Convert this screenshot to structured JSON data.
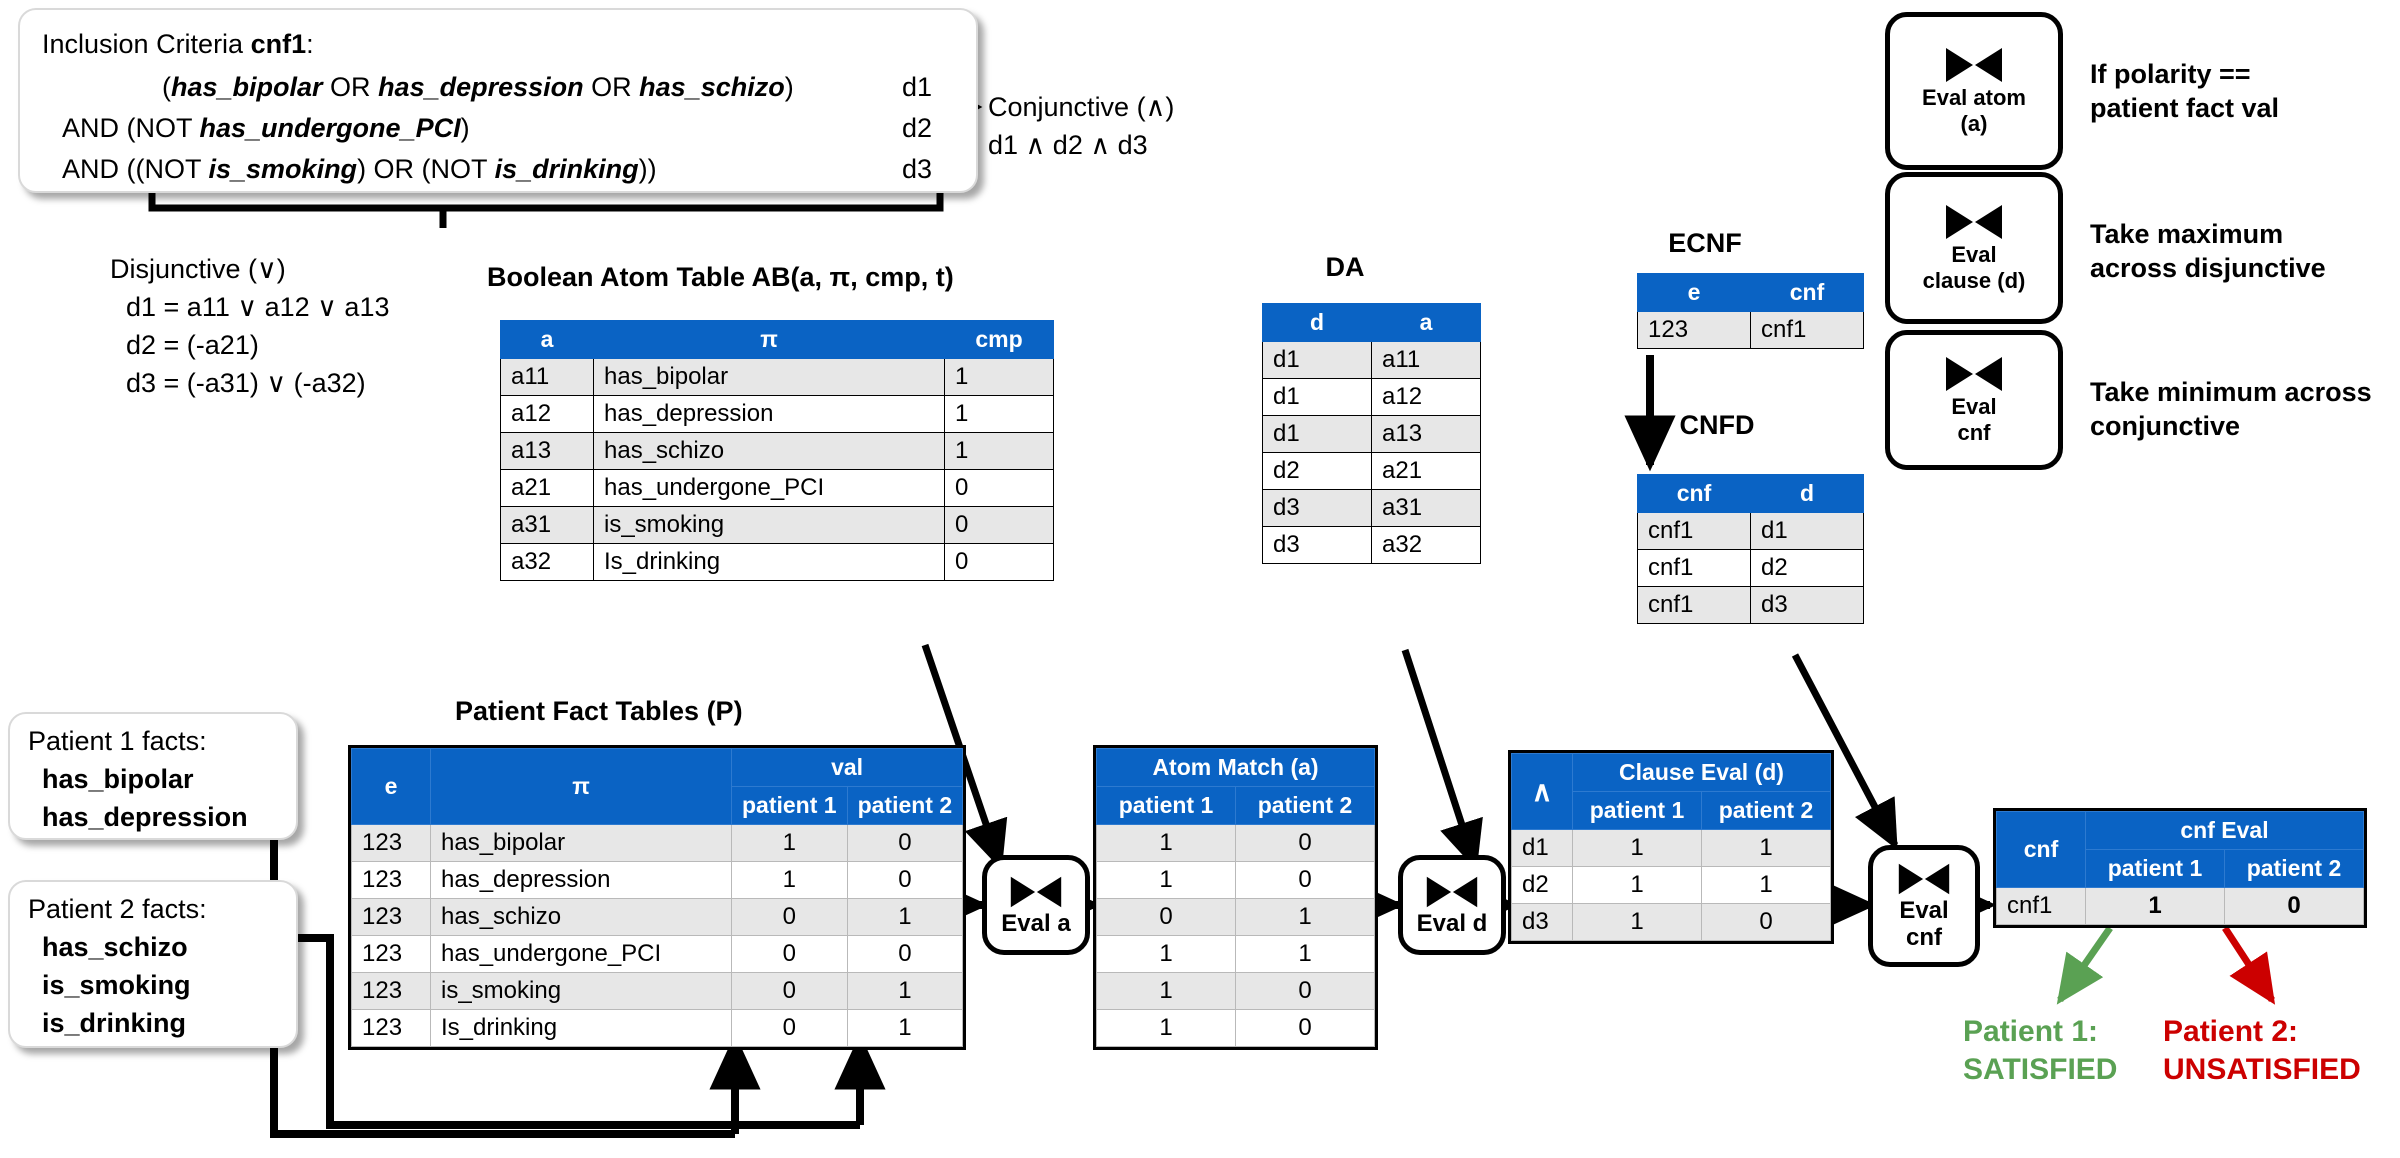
{
  "criteria": {
    "title_prefix": "Inclusion Criteria ",
    "title_name": "cnf1",
    "title_colon": ":",
    "lines": [
      {
        "text": "(has_bipolar OR has_depression OR has_schizo)",
        "tag": "d1"
      },
      {
        "text": "AND (NOT has_undergone_PCI)",
        "tag": "d2"
      },
      {
        "text": "AND ((NOT is_smoking) OR (NOT is_drinking))",
        "tag": "d3"
      }
    ]
  },
  "conjunctive_note": {
    "line1": "Conjunctive (∧)",
    "line2": "d1 ∧ d2 ∧ d3"
  },
  "disjunctive_note": {
    "line1": "Disjunctive (∨)",
    "line2": "d1 = a11 ∨ a12 ∨ a13",
    "line3": "d2 = (-a21)",
    "line4": "d3 = (-a31) ∨ (-a32)"
  },
  "legend": {
    "items": [
      {
        "label_line1": "Eval atom",
        "label_line2": "(a)",
        "desc_line1": "If polarity ==",
        "desc_line2": "patient fact val"
      },
      {
        "label_line1": "Eval",
        "label_line2": "clause (d)",
        "desc_line1": "Take maximum",
        "desc_line2": "across disjunctive"
      },
      {
        "label_line1": "Eval",
        "label_line2": "cnf",
        "desc_line1": "Take minimum across",
        "desc_line2": "conjunctive"
      }
    ]
  },
  "atom_table": {
    "title": "Boolean Atom Table AB(a, π, cmp, t)",
    "headers": [
      "a",
      "π",
      "cmp"
    ],
    "rows": [
      [
        "a11",
        "has_bipolar",
        "1"
      ],
      [
        "a12",
        "has_depression",
        "1"
      ],
      [
        "a13",
        "has_schizo",
        "1"
      ],
      [
        "a21",
        "has_undergone_PCI",
        "0"
      ],
      [
        "a31",
        "is_smoking",
        "0"
      ],
      [
        "a32",
        "Is_drinking",
        "0"
      ]
    ]
  },
  "da_table": {
    "title": "DA",
    "headers": [
      "d",
      "a"
    ],
    "rows": [
      [
        "d1",
        "a11"
      ],
      [
        "d1",
        "a12"
      ],
      [
        "d1",
        "a13"
      ],
      [
        "d2",
        "a21"
      ],
      [
        "d3",
        "a31"
      ],
      [
        "d3",
        "a32"
      ]
    ]
  },
  "ecnf_table": {
    "title": "ECNF",
    "headers": [
      "e",
      "cnf"
    ],
    "rows": [
      [
        "123",
        "cnf1"
      ]
    ]
  },
  "cnfd_table": {
    "title": "CNFD",
    "headers": [
      "cnf",
      "d"
    ],
    "rows": [
      [
        "cnf1",
        "d1"
      ],
      [
        "cnf1",
        "d2"
      ],
      [
        "cnf1",
        "d3"
      ]
    ]
  },
  "patient_facts": {
    "title": "Patient Fact Tables (P)",
    "headers": {
      "e": "e",
      "pi": "π",
      "val": "val",
      "p1": "patient 1",
      "p2": "patient 2"
    },
    "rows": [
      [
        "123",
        "has_bipolar",
        "1",
        "0"
      ],
      [
        "123",
        "has_depression",
        "1",
        "0"
      ],
      [
        "123",
        "has_schizo",
        "0",
        "1"
      ],
      [
        "123",
        "has_undergone_PCI",
        "0",
        "0"
      ],
      [
        "123",
        "is_smoking",
        "0",
        "1"
      ],
      [
        "123",
        "Is_drinking",
        "0",
        "1"
      ]
    ]
  },
  "patient1_callout": {
    "title": "Patient 1 facts:",
    "facts": [
      "has_bipolar",
      "has_depression"
    ]
  },
  "patient2_callout": {
    "title": "Patient 2 facts:",
    "facts": [
      "has_schizo",
      "is_smoking",
      "is_drinking"
    ]
  },
  "atom_match": {
    "title": "Atom Match (a)",
    "headers": [
      "patient 1",
      "patient 2"
    ],
    "rows": [
      [
        "1",
        "0"
      ],
      [
        "1",
        "0"
      ],
      [
        "0",
        "1"
      ],
      [
        "1",
        "1"
      ],
      [
        "1",
        "0"
      ],
      [
        "1",
        "0"
      ]
    ]
  },
  "clause_eval": {
    "corner": "∧",
    "title": "Clause Eval (d)",
    "headers": [
      "patient 1",
      "patient 2"
    ],
    "rows": [
      [
        "d1",
        "1",
        "1"
      ],
      [
        "d2",
        "1",
        "1"
      ],
      [
        "d3",
        "1",
        "0"
      ]
    ]
  },
  "cnf_eval": {
    "corner": "cnf",
    "title": "cnf Eval",
    "headers": [
      "patient 1",
      "patient 2"
    ],
    "rows": [
      [
        "cnf1",
        "1",
        "0"
      ]
    ]
  },
  "join_nodes": {
    "eval_a": "Eval a",
    "eval_d": "Eval d",
    "eval_cnf_line1": "Eval",
    "eval_cnf_line2": "cnf"
  },
  "verdicts": {
    "patient1_line1": "Patient 1:",
    "patient1_line2": "SATISFIED",
    "patient2_line1": "Patient 2:",
    "patient2_line2": "UNSATISFIED"
  },
  "colors": {
    "header_blue": "#0a63c4",
    "row_alt": "#e7e7e7",
    "satisfied_green": "#5aa153",
    "unsatisfied_red": "#cc0000"
  }
}
